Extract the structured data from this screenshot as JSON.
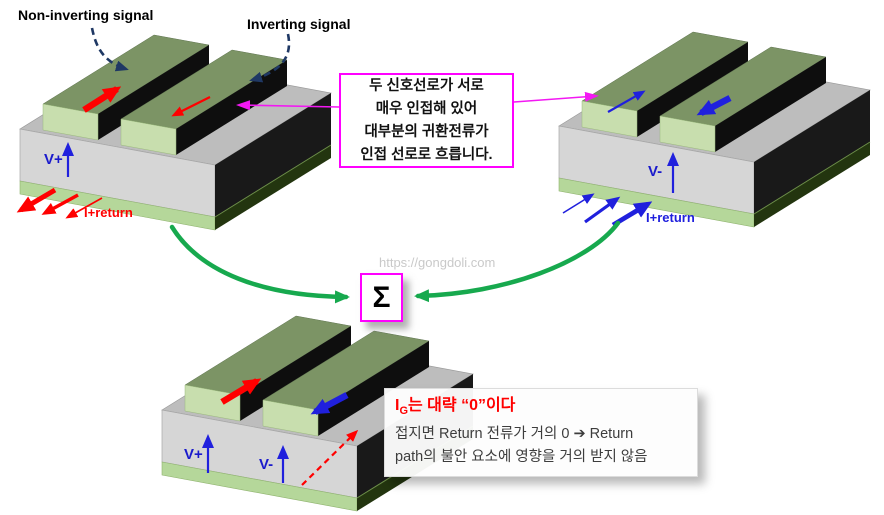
{
  "labels": {
    "non_inverting": "Non-inverting signal",
    "inverting": "Inverting signal"
  },
  "left_block": {
    "voltage": "V+",
    "return_label": "I+return"
  },
  "right_block": {
    "voltage": "V-",
    "return_label": "I+return"
  },
  "bottom_block": {
    "voltage_plus": "V+",
    "voltage_minus": "V-"
  },
  "callout": {
    "lines": [
      "두 신호선로가 서로",
      "매우 인접해 있어",
      "대부분의 귀환전류가",
      "인접 선로로 흐릅니다."
    ]
  },
  "sigma": "Σ",
  "watermark": "https://gongdoli.com",
  "note_box": {
    "title_prefix": "I",
    "title_sub": "G",
    "title_rest": "는 대략 “0”이다",
    "line1": "접지면 Return 전류가 거의 0 ➔ Return",
    "line2": "path의 불안 요소에 영향을 거의 받지 않음"
  },
  "colors": {
    "callout_border": "#ff00ff",
    "magenta_arrow": "#f318f3",
    "green_arrow": "#17a94e",
    "red_arrow": "#ff0000",
    "blue_arrow": "#2020dd",
    "navy_dashed_arrow": "#1f3864",
    "trace_top": "#7c9465",
    "trace_end": "#c8deae",
    "substrate_top": "#bdbdbd",
    "substrate_front": "#d6d6d6",
    "ground_layer": "#b5d79a",
    "note_title_red": "#ff0000"
  }
}
